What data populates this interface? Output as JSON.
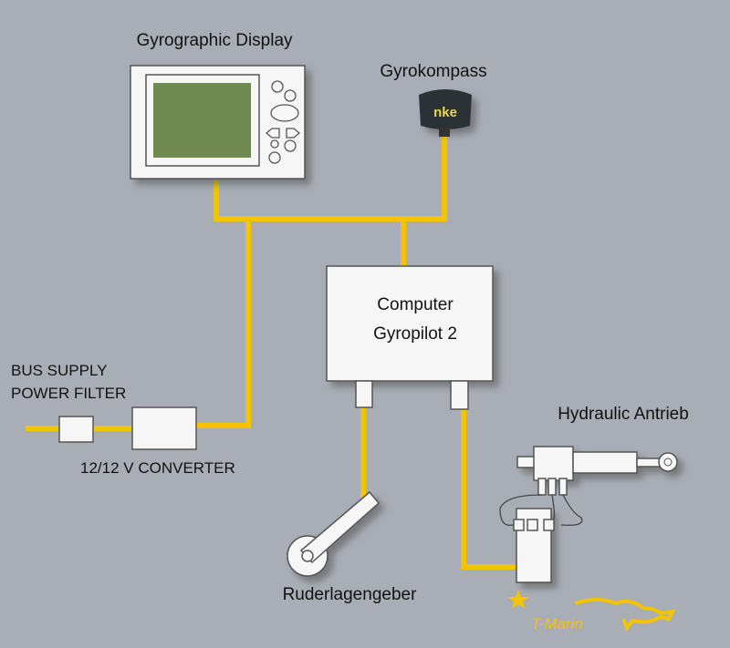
{
  "labels": {
    "display": "Gyrographic Display",
    "compass": "Gyrokompass",
    "computer_line1": "Computer",
    "computer_line2": "Gyropilot 2",
    "bus_supply": "BUS SUPPLY",
    "power_filter": "POWER FILTER",
    "converter": "12/12 V CONVERTER",
    "hydraulic": "Hydraulic Antrieb",
    "rudder": "Ruderlagengeber"
  },
  "compass_brand": "nke",
  "logo_text": "T-Marin",
  "colors": {
    "background": "#a9aeb6",
    "cable": "#f4c400",
    "screen": "#6f8a4f"
  }
}
